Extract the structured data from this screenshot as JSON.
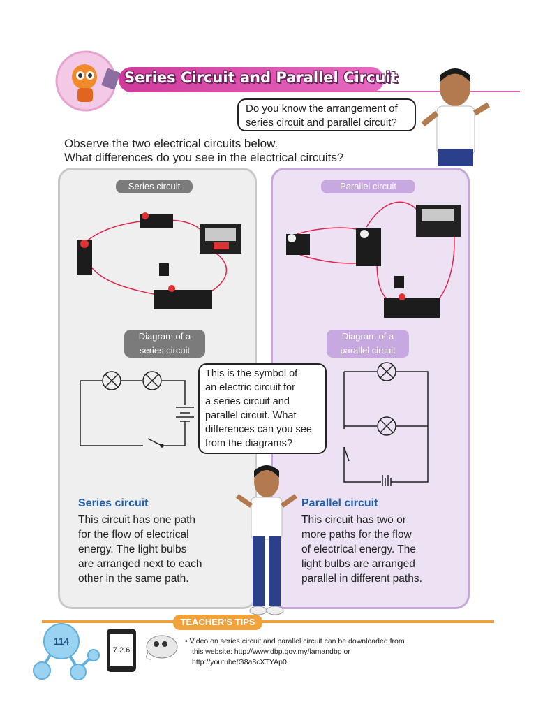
{
  "header": {
    "title": "Series Circuit and Parallel Circuit"
  },
  "top_bubble": {
    "line1": "Do you know the arrangement of",
    "line2": "series circuit and parallel circuit?"
  },
  "intro": {
    "line1": "Observe the two electrical circuits below.",
    "line2": "What differences do you see in the electrical circuits?"
  },
  "left_panel": {
    "photo_label": "Series circuit",
    "diagram_label_1": "Diagram of a",
    "diagram_label_2": "series circuit",
    "desc_title": "Series circuit",
    "desc_lines": [
      "This circuit has one path",
      "for the flow of electrical",
      "energy. The light bulbs",
      "are arranged next to each",
      "other in the same path."
    ]
  },
  "right_panel": {
    "photo_label": "Parallel  circuit",
    "diagram_label_1": "Diagram of a",
    "diagram_label_2": "parallel circuit",
    "desc_title": "Parallel circuit",
    "desc_lines": [
      "This circuit has two or",
      "more paths for the flow",
      "of electrical energy. The",
      "light bulbs are arranged",
      "parallel in different paths."
    ]
  },
  "middle_bubble": {
    "lines": [
      "This is the symbol of",
      "an electric circuit for",
      "a series circuit and",
      "parallel circuit. What",
      "differences can you see",
      "from the diagrams?"
    ]
  },
  "footer": {
    "teachers_tips": "TEACHER'S TIPS",
    "page_number": "114",
    "code": "7.2.6",
    "tip_lines": [
      "Video on series circuit and parallel circuit can be downloaded from",
      "this website: http://www.dbp.gov.my/lamandbp or",
      "http://youtube/G8a8cXTYAp0"
    ]
  },
  "colors": {
    "title_pink": "#d03a9a",
    "tips_orange": "#f2a23a",
    "desc_blue": "#1f5fb0",
    "wire_red": "#e0264e"
  }
}
